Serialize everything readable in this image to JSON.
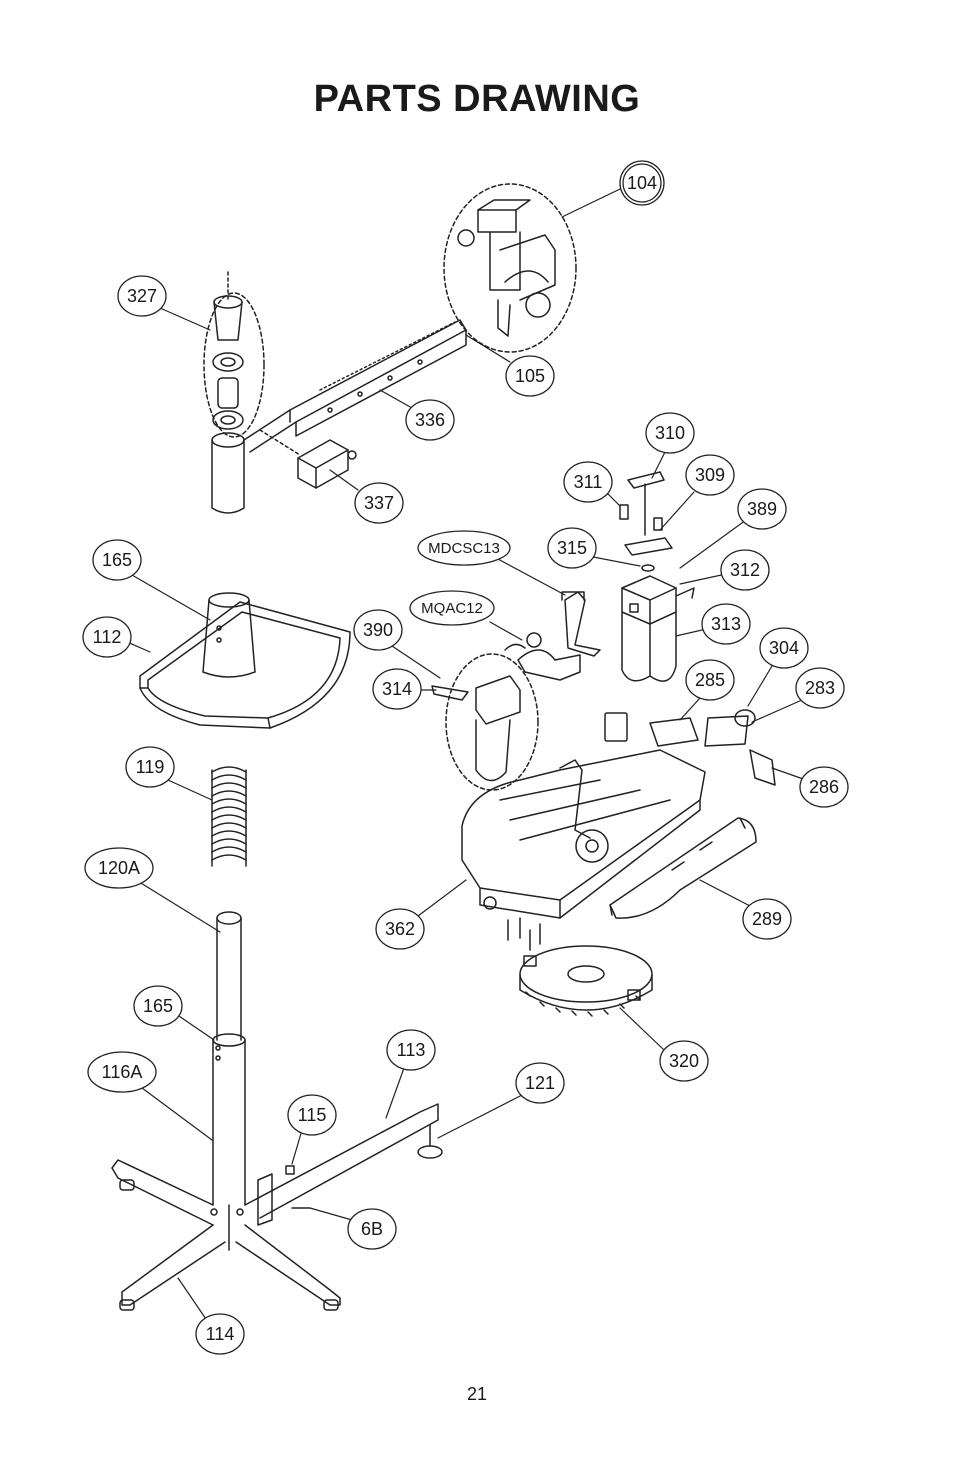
{
  "page": {
    "title": "PARTS DRAWING",
    "page_number": "21"
  },
  "callouts": {
    "c104": "104",
    "c327": "327",
    "c105": "105",
    "c336": "336",
    "c337": "337",
    "c310": "310",
    "c311": "311",
    "c309": "309",
    "c389": "389",
    "c165a": "165",
    "cMDCSC13": "MDCSC13",
    "c315": "315",
    "c312": "312",
    "c112": "112",
    "cMQAC12": "MQAC12",
    "c390": "390",
    "c313": "313",
    "c304": "304",
    "c314": "314",
    "c285": "285",
    "c283": "283",
    "c119": "119",
    "c286": "286",
    "c120A": "120A",
    "c289": "289",
    "c362": "362",
    "c165b": "165",
    "c320": "320",
    "c113": "113",
    "c116A": "116A",
    "c121": "121",
    "c115": "115",
    "c6B": "6B",
    "c114": "114"
  }
}
